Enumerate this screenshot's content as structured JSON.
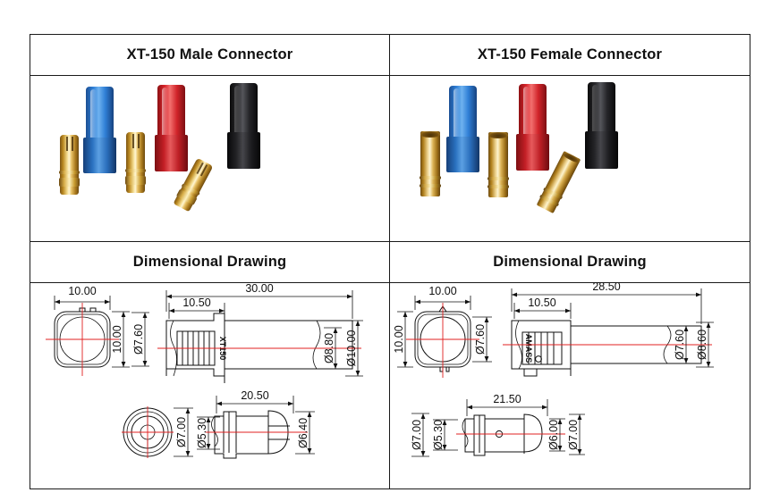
{
  "table": {
    "headers": {
      "male": "XT-150 Male Connector",
      "female": "XT-150 Female Connector"
    },
    "section_labels": {
      "male_drawing": "Dimensional Drawing",
      "female_drawing": "Dimensional Drawing"
    }
  },
  "photos": {
    "male": {
      "housing_colors": [
        "#2f7fd6",
        "#e0252b",
        "#1c1c1e"
      ],
      "contact_color": "#d8ad45",
      "items": [
        "blue-housing",
        "red-housing",
        "black-housing",
        "gold-male-bullet-1",
        "gold-male-bullet-2",
        "gold-male-bullet-3"
      ]
    },
    "female": {
      "housing_colors": [
        "#2f7fd6",
        "#e0252b",
        "#1c1c1e"
      ],
      "contact_color": "#d8ad45",
      "items": [
        "blue-housing",
        "red-housing",
        "black-housing",
        "gold-female-socket-1",
        "gold-female-socket-2",
        "gold-female-socket-3"
      ]
    }
  },
  "drawings": {
    "male": {
      "front_view": {
        "width": "10.00",
        "height": "10.00",
        "bore_diameter": "Ø7.60"
      },
      "side_view": {
        "overall_length": "30.00",
        "head_length": "10.50",
        "inner_diameter": "Ø8.80",
        "outer_diameter": "Ø10.00",
        "marking": "XT150"
      },
      "contact_end_view": {
        "outer_diameter": "Ø7.00",
        "inner_diameter": "Ø5.30"
      },
      "contact_side_view": {
        "length": "20.50",
        "diameter": "Ø6.40"
      }
    },
    "female": {
      "front_view": {
        "width": "10.00",
        "height": "10.00",
        "bore_diameter": "Ø7.60"
      },
      "side_view": {
        "overall_length": "28.50",
        "head_length": "10.50",
        "inner_diameter": "Ø7.60",
        "outer_diameter": "Ø8.60",
        "marking": "AMASS"
      },
      "contact_end_view": {
        "outer_diameter": "Ø7.00",
        "inner_diameter": "Ø5.30"
      },
      "contact_side_view": {
        "length": "21.50",
        "inner_diameter": "Ø6.00",
        "outer_diameter": "Ø7.00"
      }
    }
  },
  "colors": {
    "line": "#111111",
    "centerline": "#e02020",
    "border": "#1a1a1a"
  }
}
